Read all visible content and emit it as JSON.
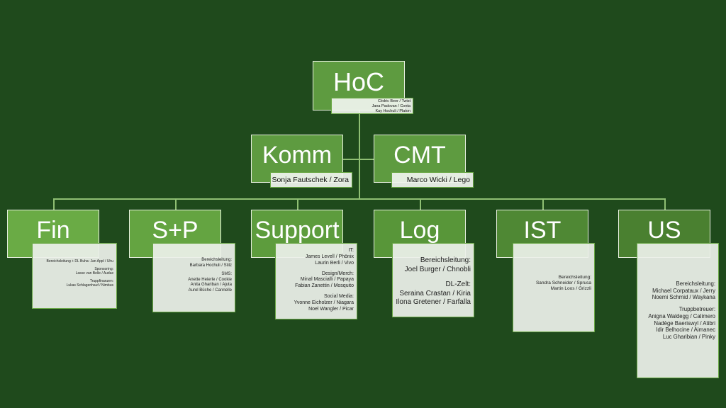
{
  "hoc": {
    "title": "HoC",
    "members": [
      "Cédric Beer / Twist",
      "Jana Padovan / Conta",
      "Kay Hochuli / Platon"
    ]
  },
  "komm": {
    "title": "Komm",
    "members": [
      "Sonja Fautschek / Zora"
    ]
  },
  "cmt": {
    "title": "CMT",
    "members": [
      "Marco Wicki / Lego"
    ]
  },
  "units": [
    {
      "title": "Fin",
      "color": "#6aab45",
      "sections": [
        {
          "lines": [
            "Bereichsleitung + DL Buha: Jan Appl / Uhu"
          ]
        },
        {
          "lines": [
            "Sponsoring:",
            "Lasse van Belle / Audax"
          ]
        },
        {
          "lines": [
            "Truppfinanzen:",
            "Lukas Schlagenhauf / Nimbus"
          ]
        }
      ]
    },
    {
      "title": "S+P",
      "color": "#64a441",
      "sections": [
        {
          "lines": [
            "Bereichsleitung:",
            "Barbara Hochuli / Stilz"
          ]
        },
        {
          "lines": [
            "SMS:",
            "Anette Heierle / Cookie",
            "Anita Ghariban / Ajuta",
            "Aurel Büche / Cannelle"
          ]
        }
      ]
    },
    {
      "title": "Support",
      "color": "#5d9c3d",
      "sections": [
        {
          "lines": [
            "IT:",
            "James Levell / Phönix",
            "Laurin Berli / Vivo"
          ]
        },
        {
          "lines": [
            "Design/Merch:",
            "Minal Mascialli / Papaya",
            "Fabian Zanettin / Mosquito"
          ]
        },
        {
          "lines": [
            "Social Media:",
            "Yvonne Eicholzer / Niagara",
            "Noel Wangler / Picar"
          ]
        }
      ]
    },
    {
      "title": "Log",
      "color": "#589639",
      "sections": [
        {
          "lines": [
            "Bereichsleitung:",
            "Joel Burger / Chnobli"
          ]
        },
        {
          "lines": [
            "DL-Zelt:",
            "Seraina Crastan / Kiria",
            "Ilona Gretener / Farfalla"
          ]
        }
      ]
    },
    {
      "title": "IST",
      "color": "#4f8834",
      "sections": [
        {
          "lines": [
            "Bereichsleitung:",
            "Sandra Schneider / Sprusa",
            "Martin Loos / Grizzli"
          ]
        }
      ]
    },
    {
      "title": "US",
      "color": "#4a8030",
      "sections": [
        {
          "lines": [
            "Bereichsleitung:",
            "Michael Corpataux / Jerry",
            "Noemi Schmid / Waykana"
          ]
        },
        {
          "lines": [
            "Truppbetreuer:",
            "Anigna Waldegg / Calimero",
            "Nadège Baeriswyl / Atibri",
            "Idir Belhocine / Aimanec",
            "Luc Gharibian / Pinky"
          ]
        }
      ]
    }
  ]
}
